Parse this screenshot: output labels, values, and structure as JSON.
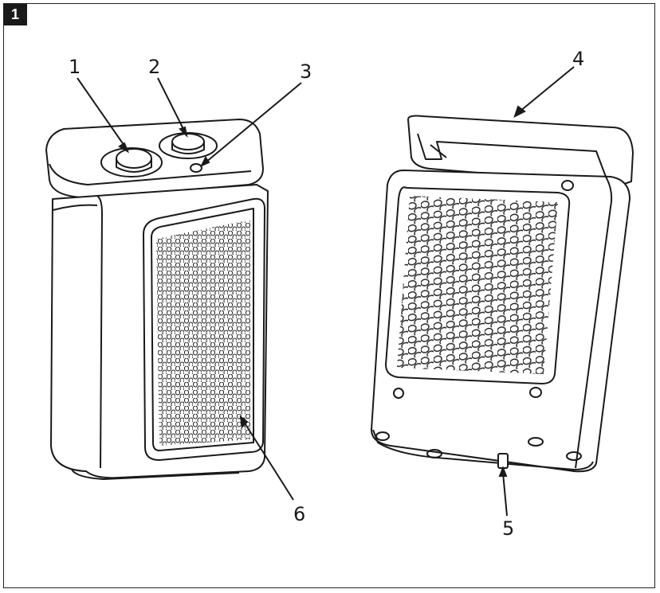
{
  "figure": {
    "badge": "1"
  },
  "callouts": {
    "c1": "1",
    "c2": "2",
    "c3": "3",
    "c4": "4",
    "c5": "5",
    "c6": "6"
  }
}
